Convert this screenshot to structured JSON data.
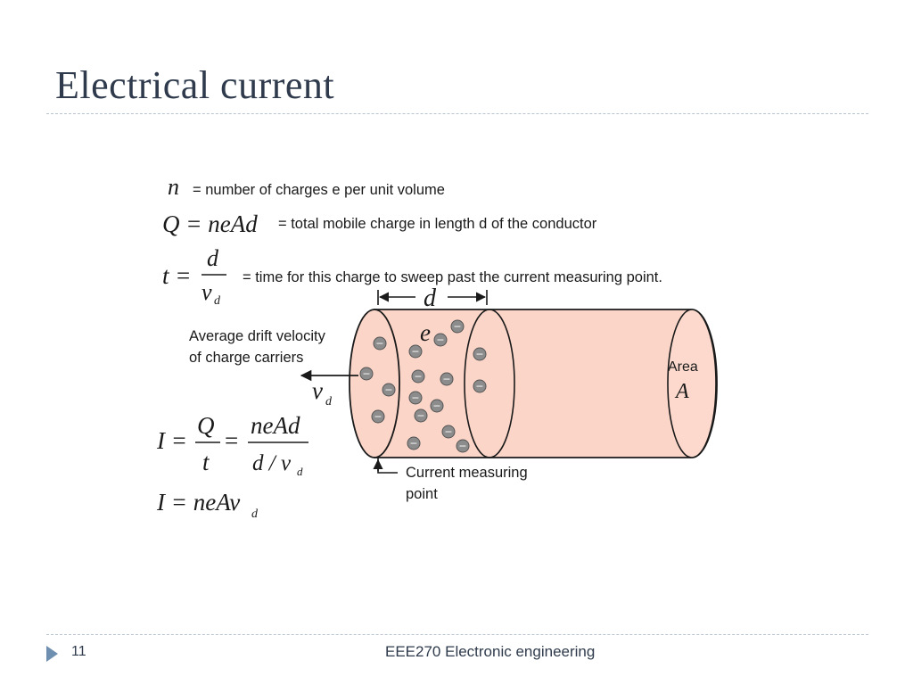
{
  "slide": {
    "title": "Electrical current",
    "page_number": "11",
    "footer_text": "EEE270 Electronic engineering"
  },
  "definitions": {
    "n_symbol": "n",
    "n_text": "= number of charges e per unit volume",
    "q_formula": "Q = neAd",
    "q_text": "= total mobile charge in length d of the conductor",
    "t_lhs": "t =",
    "t_num": "d",
    "t_den_v": "v",
    "t_den_sub": "d",
    "t_text": "= time for this charge to sweep past the current measuring point."
  },
  "diagram": {
    "length_label": "d",
    "charge_label": "e",
    "charge_sign": "−",
    "drift_label_line1": "Average drift velocity",
    "drift_label_line2": "of charge carriers",
    "drift_v": "v",
    "drift_sub": "d",
    "area_word": "Area",
    "area_symbol": "A",
    "measure_line1": "Current measuring",
    "measure_line2": "point",
    "colors": {
      "tube_fill": "#fbd5c8",
      "tube_stroke": "#1a1a1a",
      "charge_fill": "#8c8c8c"
    }
  },
  "equations": {
    "i_lhs": "I =",
    "i_num1": "Q",
    "i_den1": "t",
    "eq": "=",
    "i_num2": "neAd",
    "i_den2": "d / v",
    "i_den2_sub": "d",
    "final": "I = neAv",
    "final_sub": "d"
  }
}
